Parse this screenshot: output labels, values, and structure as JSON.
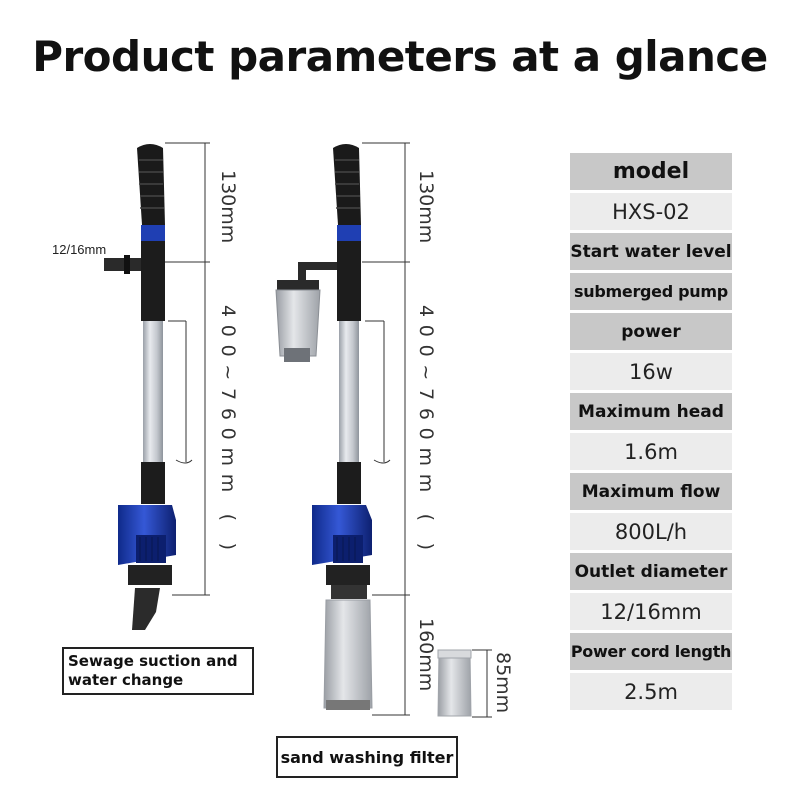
{
  "title": "Product parameters at a glance",
  "dimensions": {
    "height_top": "130mm",
    "height_middle": "400~760mm ( )",
    "height_bottom": "160mm",
    "filter_height": "85mm",
    "outlet_label": "12/16mm"
  },
  "captions": {
    "left": "Sewage suction and water change",
    "right": "sand washing filter"
  },
  "specs": [
    {
      "label": "model",
      "value": "HXS-02"
    },
    {
      "label": "Start water level",
      "value": ""
    },
    {
      "label": "submerged pump",
      "value": ""
    },
    {
      "label": "power",
      "value": "16w"
    },
    {
      "label": "Maximum head",
      "value": "1.6m"
    },
    {
      "label": "Maximum flow",
      "value": "800L/h"
    },
    {
      "label": "Outlet diameter",
      "value": "12/16mm"
    },
    {
      "label": "Power cord length",
      "value": "2.5m"
    }
  ],
  "colors": {
    "accent_blue": "#1f3fb3",
    "handle": "#1a1a1a",
    "tube": "#c9ccd1"
  }
}
